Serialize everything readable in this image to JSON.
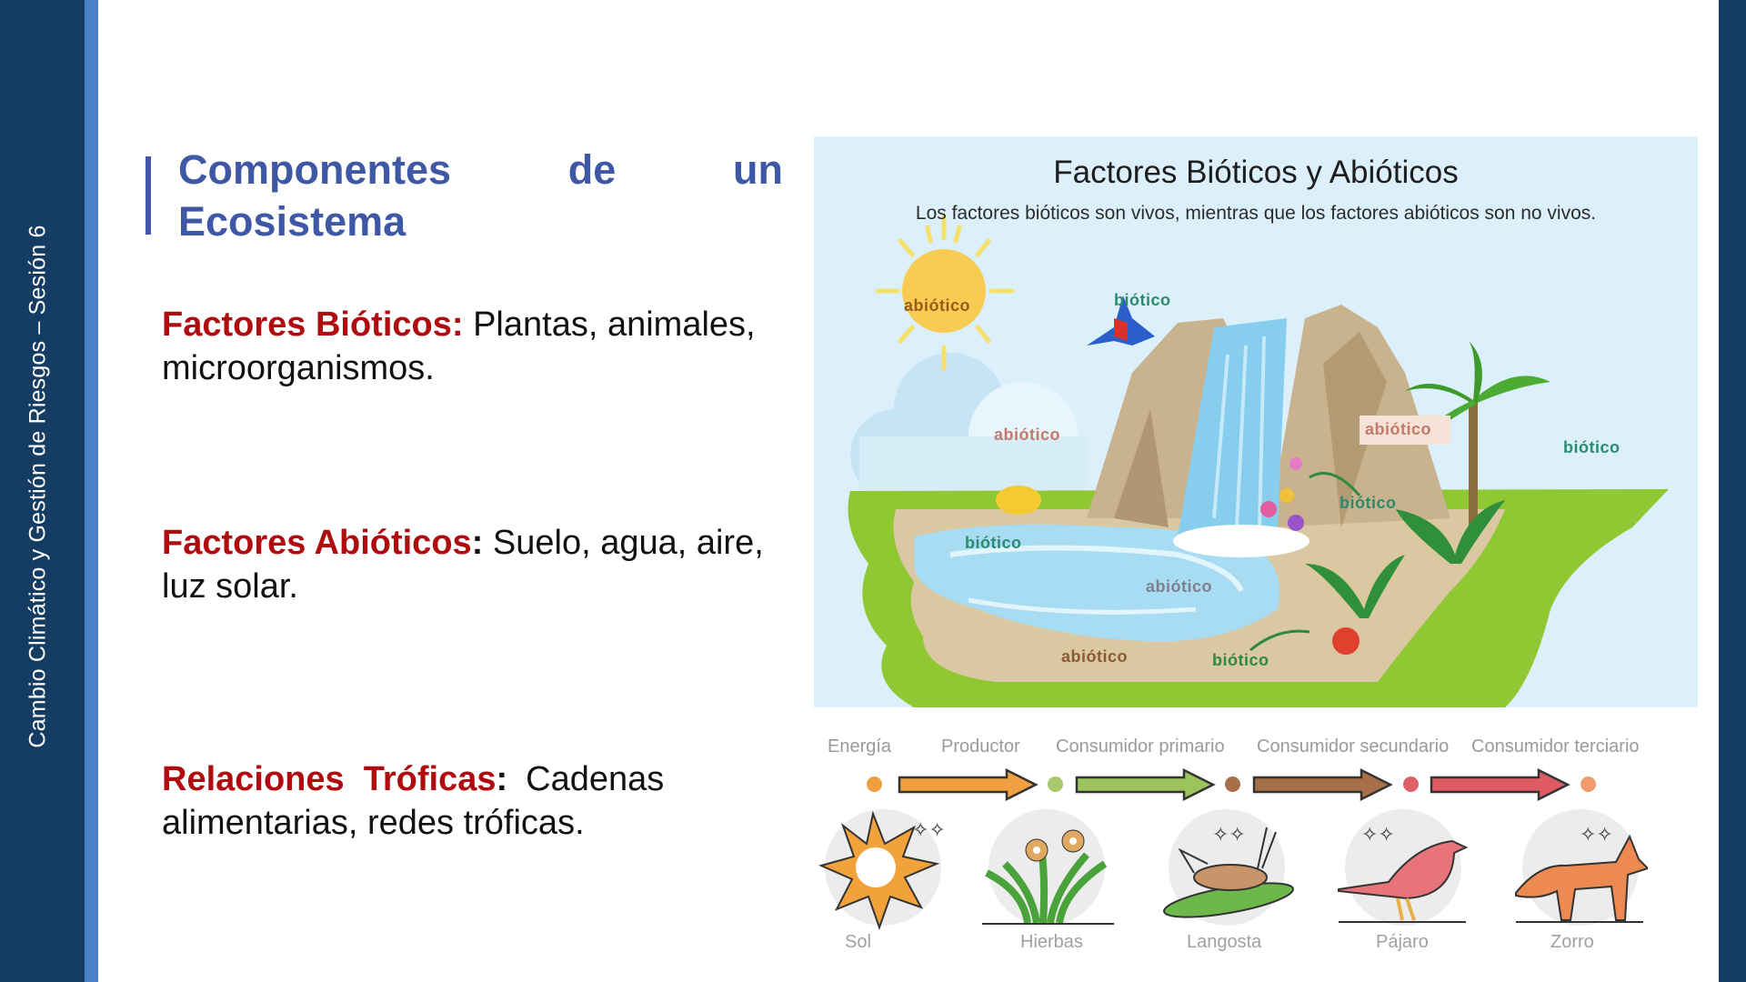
{
  "sidebar": {
    "vertical_text": "Cambio Climático y Gestión de Riesgos – Sesión 6",
    "colors": {
      "dark": "#153d63",
      "accent": "#4a82c9"
    }
  },
  "slide": {
    "title_line1_words": [
      "Componentes",
      "de",
      "un"
    ],
    "title_line2": "Ecosistema",
    "title_color": "#3f58a6",
    "bullets": [
      {
        "lead": "Factores Bióticos:",
        "text_line1": " Plantas, animales,",
        "text_line2": "microorganismos."
      },
      {
        "lead": "Factores Abióticos",
        "colon": ":",
        "text_line1": " Suelo, agua, aire,",
        "text_line2": "luz solar."
      },
      {
        "lead": "Relaciones  Tróficas",
        "colon": ":",
        "text_line1": "Cadenas",
        "text_line2": "alimentarias, redes tróficas."
      }
    ],
    "lead_color": "#b00c0f"
  },
  "ecosystem_image": {
    "title": "Factores Bióticos y Abióticos",
    "subtitle": "Los factores bióticos son vivos, mientras que los factores abióticos son no vivos.",
    "labels": [
      {
        "text": "abiótico",
        "type": "abiotic",
        "target": "sol"
      },
      {
        "text": "biótico",
        "type": "biotic",
        "target": "guacamayo"
      },
      {
        "text": "abiótico",
        "type": "abiotic",
        "target": "nubes"
      },
      {
        "text": "abiótico",
        "type": "abiotic",
        "target": "rocas"
      },
      {
        "text": "biótico",
        "type": "biotic",
        "target": "palmera"
      },
      {
        "text": "biótico",
        "type": "biotic",
        "target": "mariposas"
      },
      {
        "text": "biótico",
        "type": "biotic",
        "target": "pez"
      },
      {
        "text": "abiótico",
        "type": "abiotic",
        "target": "agua"
      },
      {
        "text": "abiótico",
        "type": "abiotic",
        "target": "suelo"
      },
      {
        "text": "biótico",
        "type": "biotic",
        "target": "cangrejo"
      }
    ]
  },
  "food_chain": {
    "stages": [
      "Energía",
      "Productor",
      "Consumidor primario",
      "Consumidor secundario",
      "Consumidor terciario"
    ],
    "organisms": [
      "Sol",
      "Hierbas",
      "Langosta",
      "Pájaro",
      "Zorro"
    ],
    "dot_colors": [
      "#f0a040",
      "#a8c86a",
      "#a87048",
      "#e0606a",
      "#f09a70"
    ],
    "arrow_colors": [
      "#f0a040",
      "#9cc45c",
      "#a87048",
      "#e05a64"
    ]
  }
}
